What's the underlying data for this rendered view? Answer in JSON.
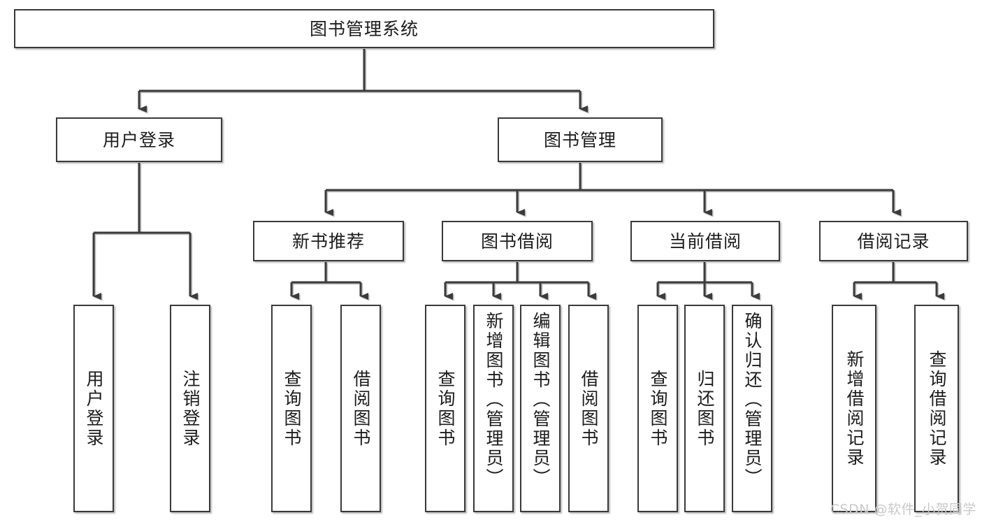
{
  "diagram": {
    "type": "tree",
    "title": "图书管理系统",
    "root": {
      "label": "图书管理系统"
    },
    "level1": [
      {
        "label": "用户登录"
      },
      {
        "label": "图书管理"
      }
    ],
    "level2": [
      {
        "label": "新书推荐"
      },
      {
        "label": "图书借阅"
      },
      {
        "label": "当前借阅"
      },
      {
        "label": "借阅记录"
      }
    ],
    "leaves": {
      "user_login": [
        {
          "label": "用户登录"
        },
        {
          "label": "注销登录"
        }
      ],
      "new_book_recommend": [
        {
          "label": "查询图书"
        },
        {
          "label": "借阅图书"
        }
      ],
      "book_borrow": [
        {
          "label": "查询图书"
        },
        {
          "label": "新增图书（管理员）"
        },
        {
          "label": "编辑图书（管理员）"
        },
        {
          "label": "借阅图书"
        }
      ],
      "current_borrow": [
        {
          "label": "查询图书"
        },
        {
          "label": "归还图书"
        },
        {
          "label": "确认归还（管理员）"
        }
      ],
      "borrow_record": [
        {
          "label": "新增借阅记录"
        },
        {
          "label": "查询借阅记录"
        }
      ]
    }
  },
  "watermark": {
    "text": "CSDN @软件_小贺同学"
  },
  "colors": {
    "background": "#ffffff",
    "line": "#3a3a3a",
    "text": "#1c1c1c",
    "watermark": "#c9c9c9"
  }
}
